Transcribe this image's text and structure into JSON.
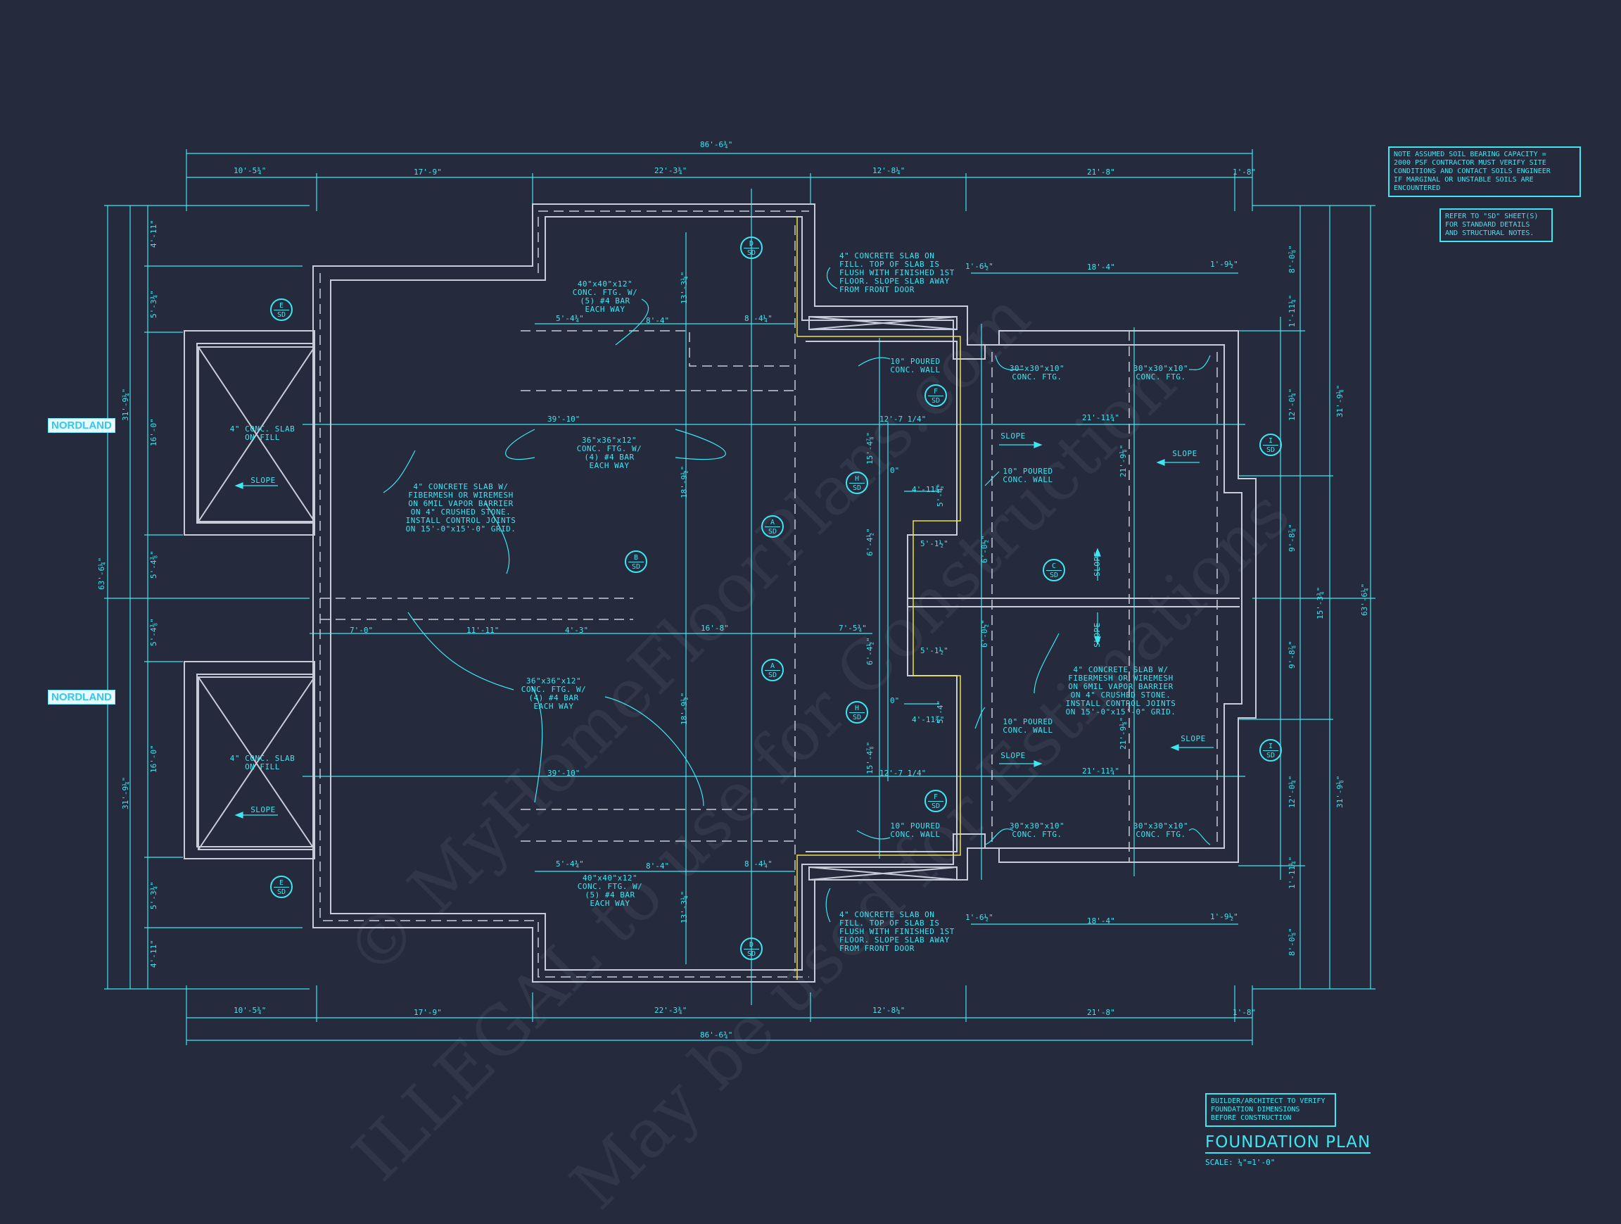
{
  "drawing": {
    "title": "FOUNDATION PLAN",
    "scale": "SCALE: ¼\"=1'-0\"",
    "watermark_1": "© MyHomeFloorPlans.com",
    "watermark_2": "ILLEGAL to use for Construction",
    "watermark_3": "May be used for Estimations",
    "tags": [
      "NORDLAND",
      "NORDLAND"
    ],
    "colors": {
      "background": "#252a3c",
      "line": "#3ee6f2",
      "walls": "#c8ccd8",
      "highlight": "#f0e040"
    }
  },
  "notes": {
    "soil": "NOTE ASSUMED SOIL BEARING CAPACITY =\n2000 PSF CONTRACTOR MUST VERIFY SITE\nCONDITIONS AND CONTACT SOILS ENGINEER\nIF MARGINAL OR UNSTABLE SOILS ARE\nENCOUNTERED",
    "refer": "REFER TO \"SD\" SHEET(S)\nFOR STANDARD DETAILS\nAND STRUCTURAL NOTES.",
    "verify": "BUILDER/ARCHITECT TO VERIFY\nFOUNDATION DIMENSIONS\nBEFORE CONSTRUCTION"
  },
  "labels": {
    "slab_fill": "4\" CONC. SLAB\nON FILL",
    "slope": "SLOPE",
    "ftg_40": "40\"x40\"x12\"\nCONC. FTG. W/\n(5) #4 BAR\nEACH WAY",
    "ftg_36": "36\"x36\"x12\"\nCONC. FTG. W/\n(4) #4 BAR\nEACH WAY",
    "slab_mesh": "4\" CONCRETE SLAB W/\nFIBERMESH OR WIREMESH\nON 6MIL VAPOR BARRIER\nON 4\" CRUSHED STONE.\nINSTALL CONTROL JOINTS\nON 15'-0\"x15'-0\" GRID.",
    "slab_garage": "4\" CONCRETE SLAB ON\nFILL. TOP OF SLAB IS\nFLUSH WITH FINISHED 1ST\nFLOOR. SLOPE SLAB AWAY\nFROM FRONT DOOR",
    "wall_10": "10\" POURED\nCONC. WALL",
    "ftg_30": "30\"x30\"x10\"\nCONC. FTG."
  },
  "dimensions": {
    "overall": "86'-6¾\"",
    "top_row": [
      "10'-5¾\"",
      "17'-9\"",
      "22'-3¾\"",
      "12'-8¼\"",
      "21'-8\"",
      "1'-8\""
    ],
    "interior": [
      "5'-4¾\"",
      "8'-4\"",
      "8'-4¼\"",
      "39'-10\"",
      "12'-7 1/4\"",
      "21'-11¾\"",
      "18'-4\"",
      "1'-6½\"",
      "1'-9½\"",
      "7'-0\"",
      "11'-11\"",
      "4'-3\"",
      "16'-8\"",
      "7'-5¾\"",
      "4'-11¾\"",
      "5'-1½\"",
      "0\""
    ],
    "left_vertical": [
      "63'-6¼\"",
      "31'-9¼\"",
      "31'-9¼\"",
      "4'-11\"",
      "5'-3¾\"",
      "16'-0\"",
      "5'-4⅜\"",
      "5'-4⅜\"",
      "16'-0\"",
      "5'-3¾\"",
      "4'-11\""
    ],
    "right_vertical": [
      "63'-6¼\"",
      "31'-9⅛\"",
      "31'-9⅛\"",
      "8'-0⅞\"",
      "1'-11¼\"",
      "12'-0¼\"",
      "9'-8⅞\"",
      "15'-3¾\"",
      "9'-8⅞\"",
      "12'-0¼\"",
      "1'-11¼\"",
      "8'-0⅞\""
    ],
    "mid_vertical": [
      "13'-3¼\"",
      "18'-9½\"",
      "18'-9½\"",
      "13'-3¼\"",
      "15'-4⅞\"",
      "6'-4½\"",
      "6'-4½\"",
      "15'-4⅞\"",
      "21'-9⅛\"",
      "21'-9⅛\"",
      "6'-0½\"",
      "6'-0½\"",
      "5'-4\"",
      "5'-4\""
    ]
  },
  "sections": [
    {
      "letter": "E",
      "ref": "SD"
    },
    {
      "letter": "D",
      "ref": "SD"
    },
    {
      "letter": "F",
      "ref": "SD"
    },
    {
      "letter": "H",
      "ref": "SD"
    },
    {
      "letter": "A",
      "ref": "SD"
    },
    {
      "letter": "B",
      "ref": "SD"
    },
    {
      "letter": "C",
      "ref": "SD"
    },
    {
      "letter": "I",
      "ref": "SD"
    },
    {
      "letter": "A",
      "ref": "SD"
    },
    {
      "letter": "H",
      "ref": "SD"
    },
    {
      "letter": "F",
      "ref": "SD"
    },
    {
      "letter": "E",
      "ref": "SD"
    },
    {
      "letter": "D",
      "ref": "SD"
    },
    {
      "letter": "I",
      "ref": "SD"
    }
  ]
}
